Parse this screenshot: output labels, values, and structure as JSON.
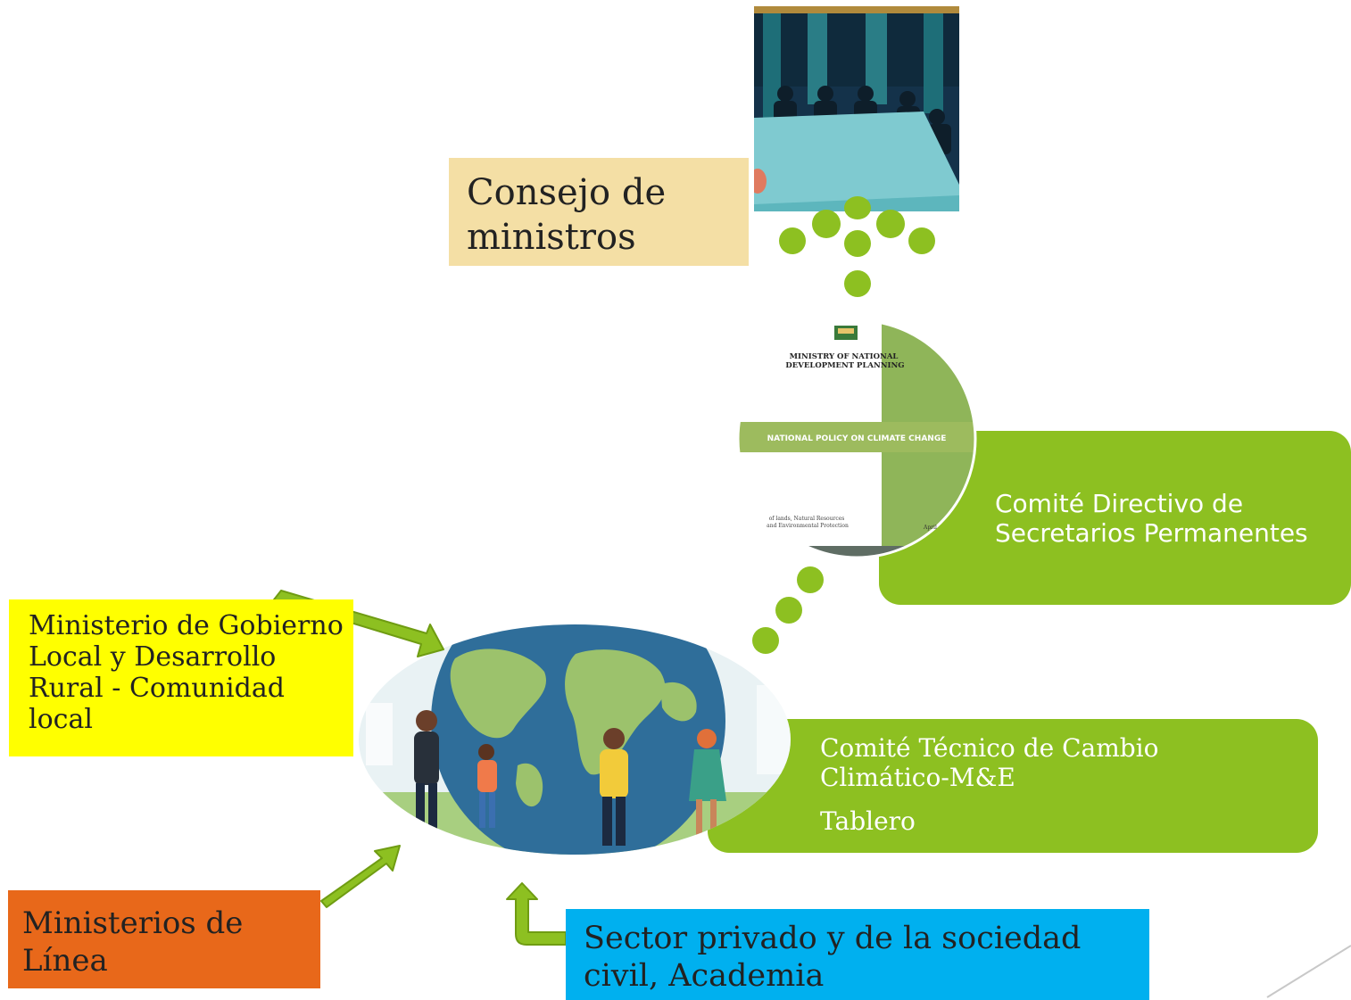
{
  "nodes": {
    "consejo": {
      "label": "Consejo de ministros"
    },
    "comite_directivo": {
      "label": "Comité Directivo de Secretarios Permanentes"
    },
    "comite_tecnico": {
      "label": "Comité Técnico de Cambio Climático-M&E",
      "sublabel": "Tablero"
    },
    "ministerio_gobierno": {
      "label": "Ministerio de Gobierno Local y Desarrollo Rural - Comunidad local"
    },
    "ministerios_linea": {
      "label": "Ministerios de Línea"
    },
    "sector_privado": {
      "label": "Sector privado y de la sociedad civil, Academia"
    }
  },
  "document_cover": {
    "ministry": "MINISTRY OF NATIONAL DEVELOPMENT PLANNING",
    "title": "NATIONAL POLICY ON CLIMATE CHANGE",
    "footer_left": "of lands, Natural Resources and Environmental Protection",
    "footer_right": "April"
  },
  "colors": {
    "green": "#8dc021",
    "tan": "#f4dfa5",
    "yellow": "#ffff00",
    "orange": "#e8681a",
    "blue": "#00b0ef"
  }
}
